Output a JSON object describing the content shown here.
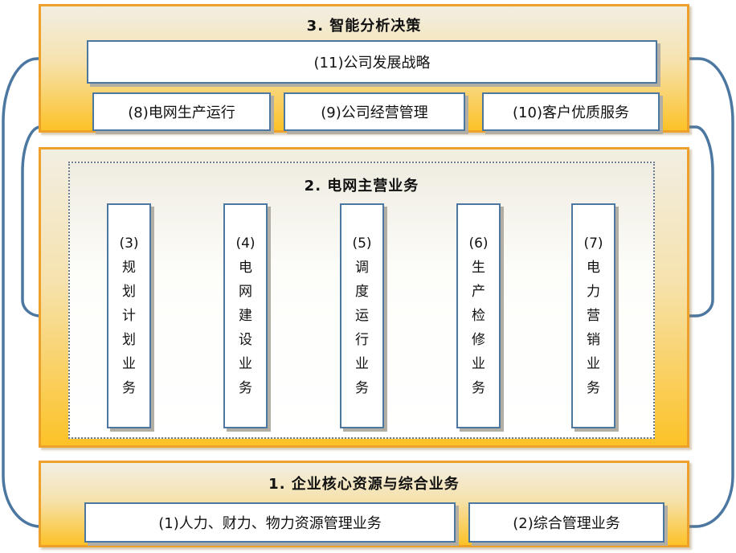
{
  "diagram": {
    "layer3": {
      "title": "3. 智能分析决策",
      "strategy_box": "(11)公司发展战略",
      "boxes": [
        {
          "label": "(8)电网生产运行"
        },
        {
          "label": "(9)公司经营管理"
        },
        {
          "label": "(10)客户优质服务"
        }
      ]
    },
    "layer2": {
      "title": "2. 电网主营业务",
      "boxes": [
        {
          "num": "(3)",
          "name": "规划计划业务"
        },
        {
          "num": "(4)",
          "name": "电网建设业务"
        },
        {
          "num": "(5)",
          "name": "调度运行业务"
        },
        {
          "num": "(6)",
          "name": "生产检修业务"
        },
        {
          "num": "(7)",
          "name": "电力营销业务"
        }
      ]
    },
    "layer1": {
      "title": "1. 企业核心资源与综合业务",
      "boxes": [
        {
          "label": "(1)人力、财力、物力资源管理业务"
        },
        {
          "label": "(2)综合管理业务"
        }
      ]
    },
    "colors": {
      "layer_border_orange": "#eda02a",
      "layer_gradient_top": "#f1eee3",
      "layer_gradient_bottom": "#fcc227",
      "box_border_blue": "#4c77a1",
      "connector_blue": "#4c77a1",
      "box_shadow_gray": "#b2aea3",
      "dotted_border": "#6b7d8f",
      "text": "#111111"
    }
  }
}
